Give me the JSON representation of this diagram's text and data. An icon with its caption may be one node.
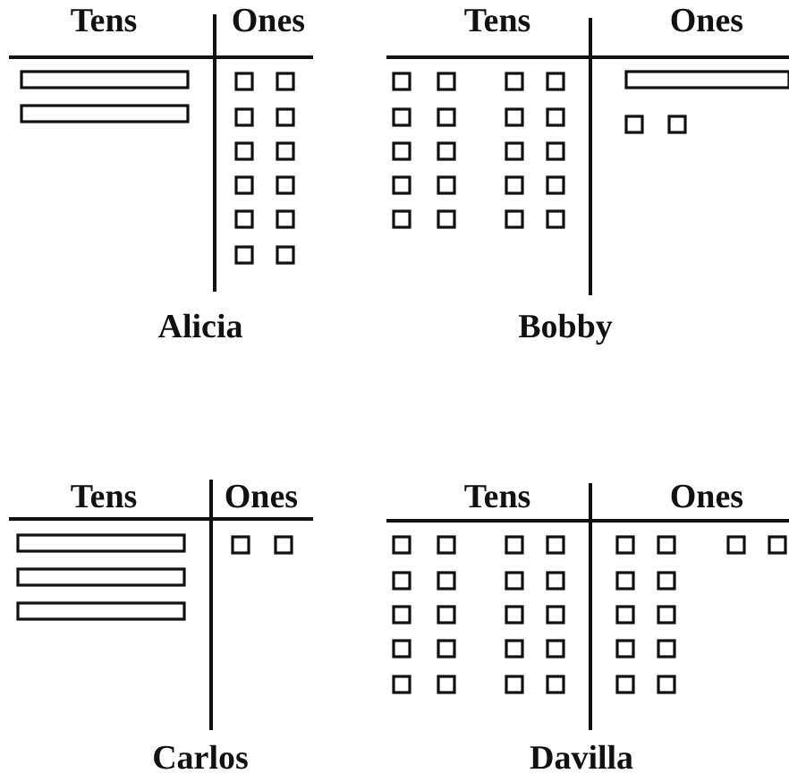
{
  "diagram": {
    "labels": [
      "Tens",
      "Ones",
      "Tens",
      "Ones",
      "Alicia",
      "Bobby",
      "Tens",
      "Ones",
      "Tens",
      "Ones",
      "Carlos",
      "Davilla"
    ]
  }
}
